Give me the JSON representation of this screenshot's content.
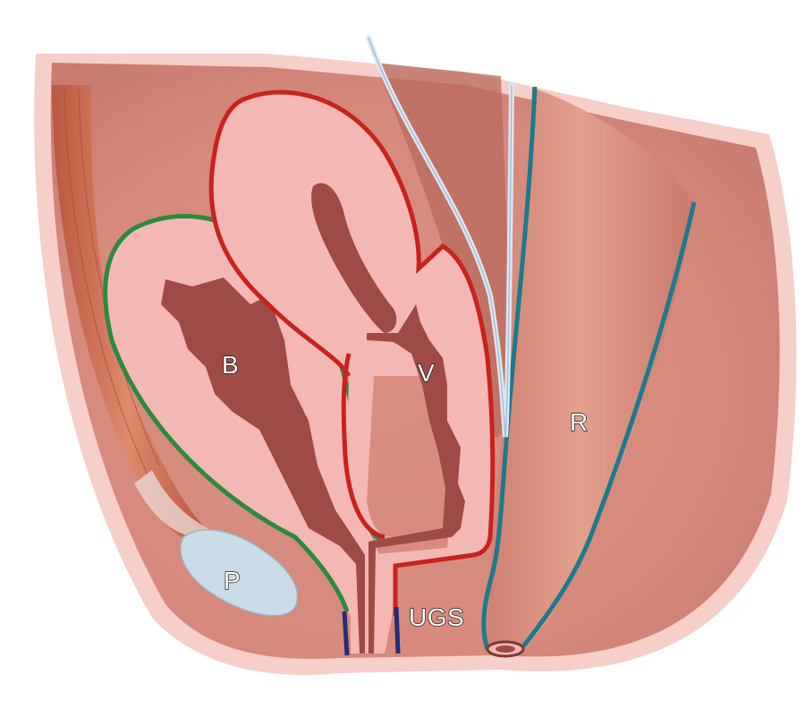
{
  "labels": {
    "bladder": "B",
    "vagina": "V",
    "rectum": "R",
    "pubis": "P",
    "urogenital_sinus": "UGS"
  },
  "colors": {
    "tissue_base": "#d98f80",
    "pelvis_dark": "#c47768",
    "outer_glow": "#f6cfc8",
    "organ_wall": "#f4b8b4",
    "lumen": "#9e4a45",
    "bladder_serosa": "#2b8a3e",
    "uterus_serosa": "#c8221d",
    "rectum_serosa": "#1c7a8c",
    "sinus_epithelium": "#262c7a",
    "peritoneum": "#dbe8f4",
    "bone": "#c9dce8",
    "muscle": "#c8684c"
  }
}
